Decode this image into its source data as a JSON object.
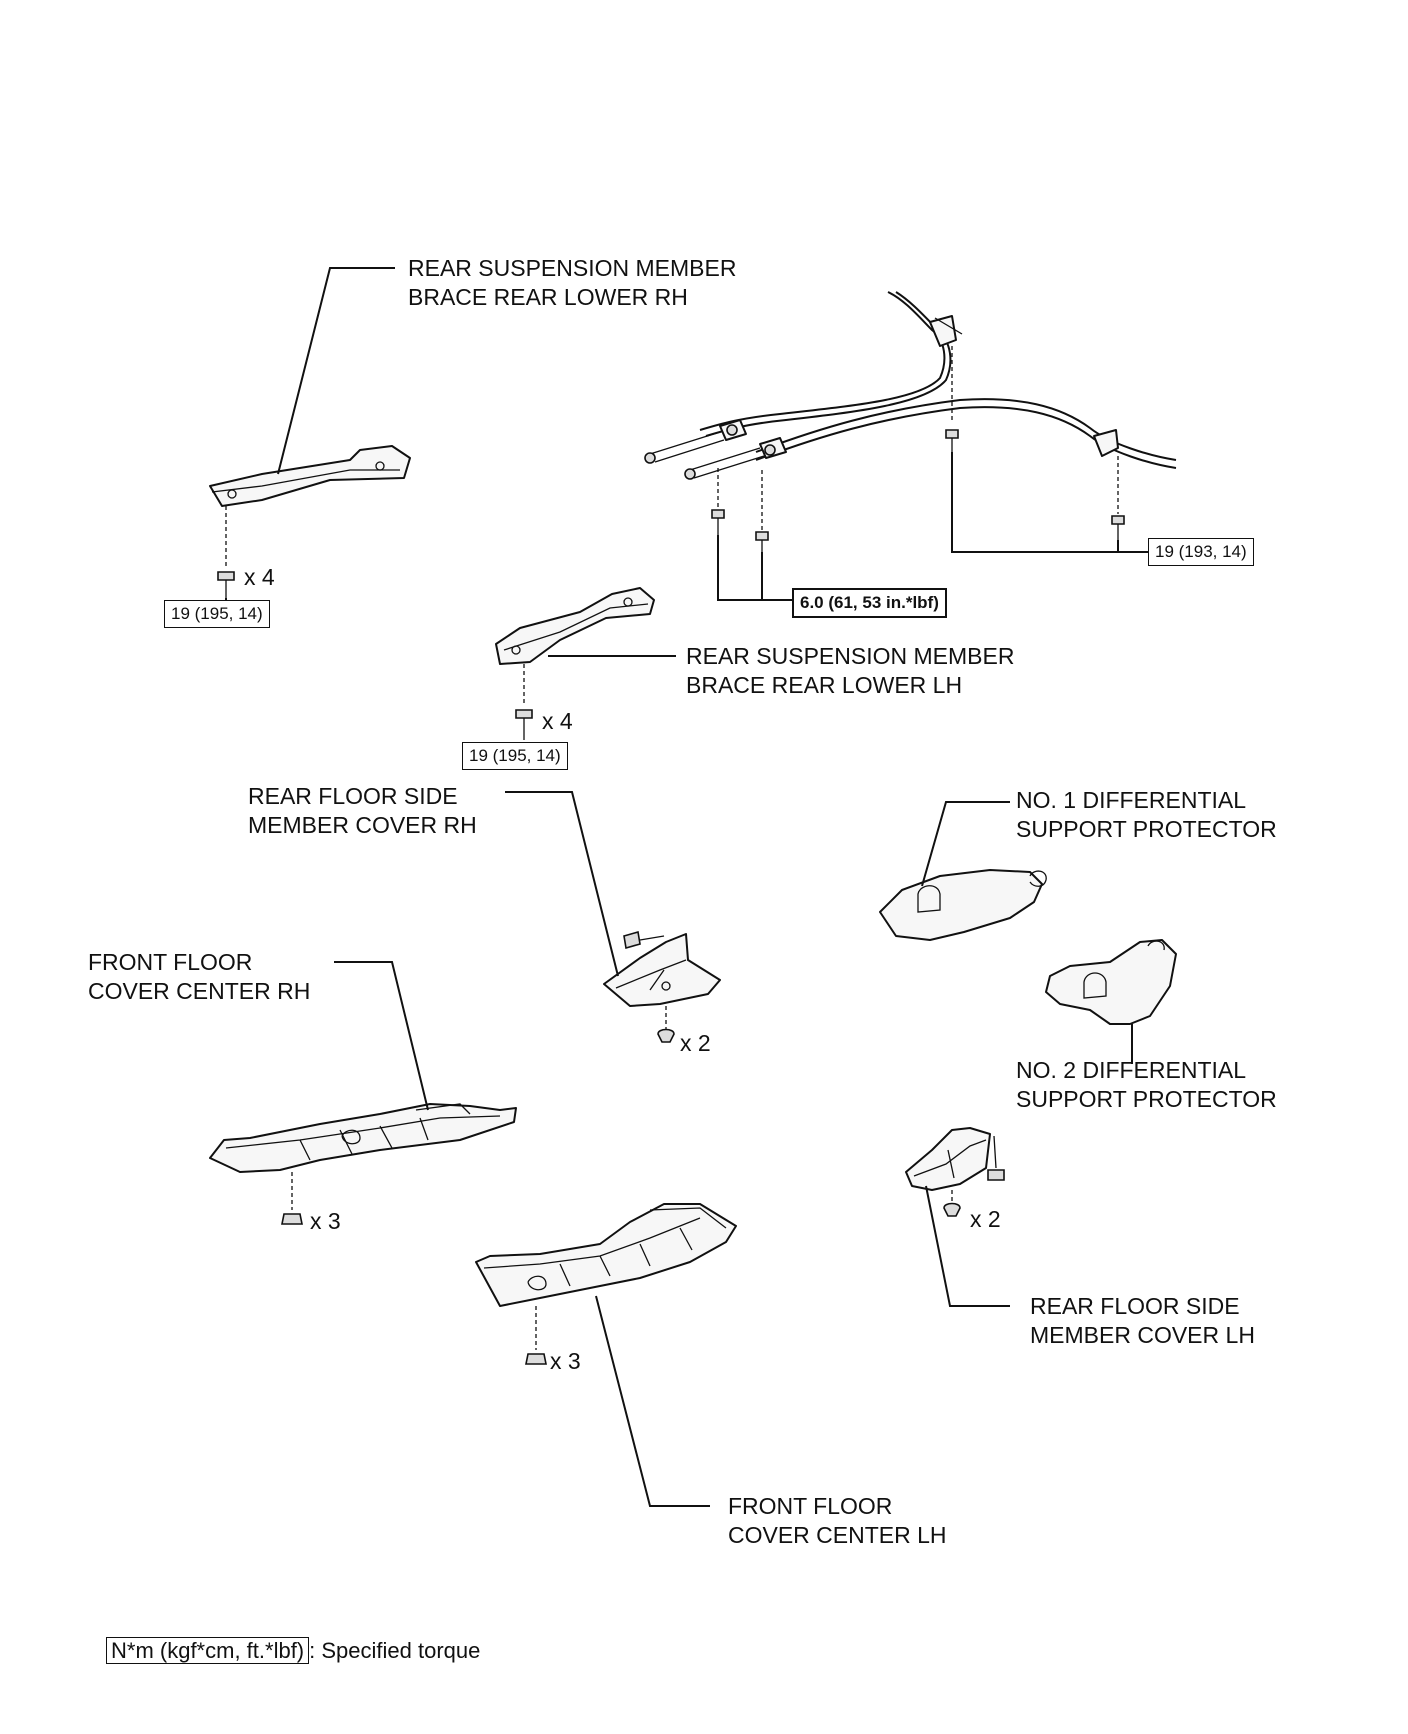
{
  "labels": {
    "brace_rh": [
      "REAR SUSPENSION MEMBER",
      "BRACE REAR LOWER RH"
    ],
    "brace_lh": [
      "REAR SUSPENSION MEMBER",
      "BRACE REAR LOWER LH"
    ],
    "rear_floor_side_rh": [
      "REAR FLOOR SIDE",
      "MEMBER COVER RH"
    ],
    "diff_protector_1": [
      "NO. 1 DIFFERENTIAL",
      "SUPPORT PROTECTOR"
    ],
    "front_floor_rh": [
      "FRONT FLOOR",
      "COVER CENTER RH"
    ],
    "diff_protector_2": [
      "NO. 2 DIFFERENTIAL",
      "SUPPORT PROTECTOR"
    ],
    "rear_floor_side_lh": [
      "REAR FLOOR SIDE",
      "MEMBER COVER LH"
    ],
    "front_floor_lh": [
      "FRONT FLOOR",
      "COVER CENTER LH"
    ]
  },
  "torques": {
    "brace_rh": "19 (195, 14)",
    "brace_lh": "19 (195, 14)",
    "cable_clamp": "19 (193, 14)",
    "cable_bracket": "6.0 (61, 53 in.*lbf)"
  },
  "quantities": {
    "brace_rh": "x 4",
    "brace_lh": "x 4",
    "rear_floor_side_rh": "x 2",
    "rear_floor_side_lh": "x 2",
    "front_floor_rh": "x 3",
    "front_floor_lh": "x 3"
  },
  "legend": {
    "unit": "N*m (kgf*cm, ft.*lbf)",
    "text": ": Specified torque"
  }
}
